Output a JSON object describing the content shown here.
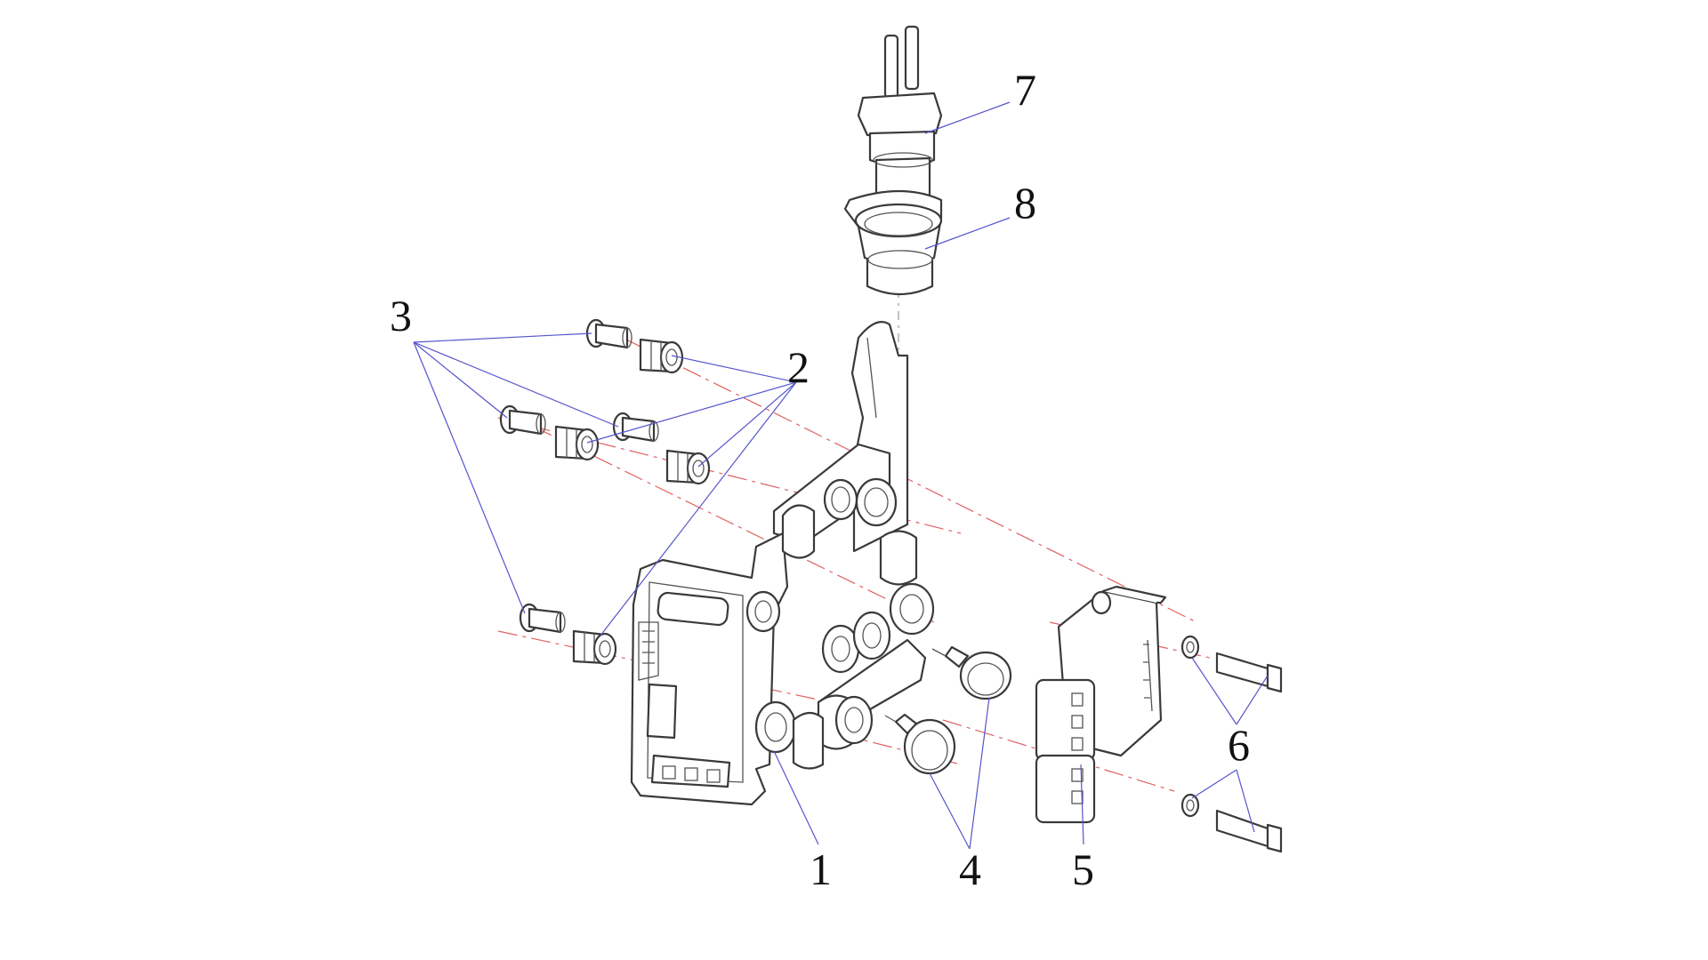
{
  "diagram": {
    "type": "exploded-assembly",
    "callouts": [
      {
        "id": "c1",
        "label": "1"
      },
      {
        "id": "c2",
        "label": "2"
      },
      {
        "id": "c3",
        "label": "3"
      },
      {
        "id": "c4",
        "label": "4"
      },
      {
        "id": "c5",
        "label": "5"
      },
      {
        "id": "c6",
        "label": "6"
      },
      {
        "id": "c7",
        "label": "7"
      },
      {
        "id": "c8",
        "label": "8"
      }
    ],
    "colors": {
      "lines": "#3a3a3a",
      "leaders": "#5555cc",
      "centerlines": "#e06060",
      "background": "#ffffff"
    }
  }
}
